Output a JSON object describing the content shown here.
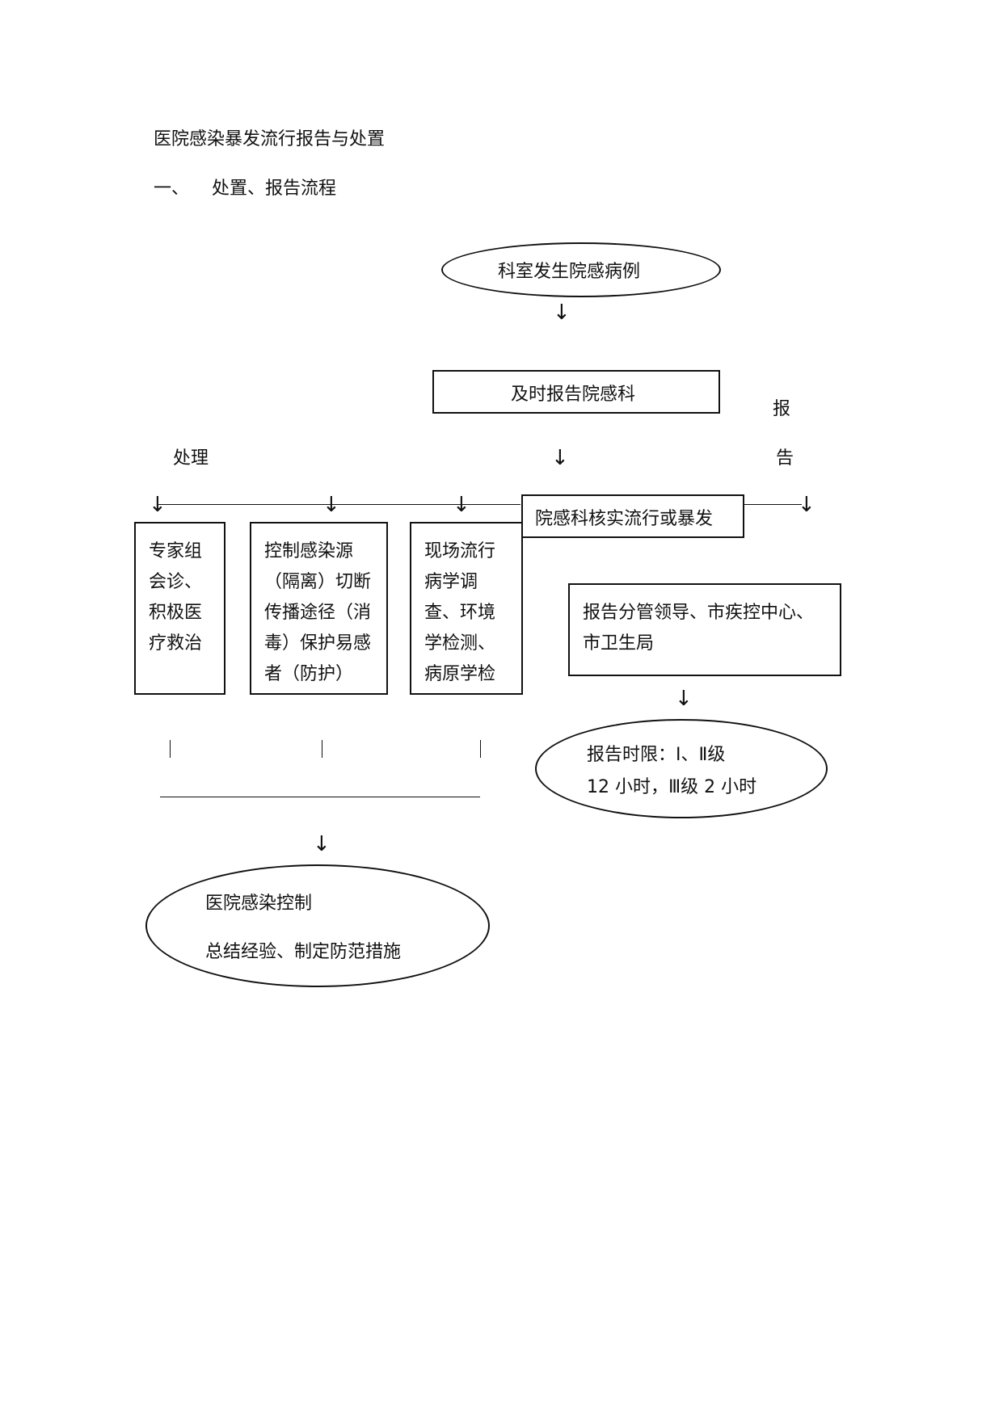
{
  "doc": {
    "title": "医院感染暴发流行报告与处置",
    "section": {
      "number": "一、",
      "heading": "处置、报告流程"
    }
  },
  "diagram": {
    "start": "科室发生院感病例",
    "report_dept": "及时报告院感科",
    "verify": "院感科核实流行或暴发",
    "left_label": "处理",
    "right_label_1": "报",
    "right_label_2": "告",
    "arrow": "↓",
    "actions": [
      {
        "lines": [
          "专家组",
          "会诊、",
          "积极医",
          "疗救治"
        ]
      },
      {
        "lines": [
          "控制感染源",
          "（隔离）切断",
          "传播途径（消",
          "毒）保护易感",
          "者（防护）"
        ]
      },
      {
        "lines": [
          "现场流行",
          "病学调",
          "查、环境",
          "学检测、",
          "病原学检"
        ]
      }
    ],
    "report_box": {
      "lines": [
        "报告分管领导、市疾控中心、",
        "市卫生局"
      ]
    },
    "time_limit": {
      "lines": [
        "报告时限：Ⅰ、Ⅱ级",
        "12 小时，Ⅲ级 2 小时"
      ]
    },
    "outcome": {
      "lines": [
        "医院感染控制",
        "总结经验、制定防范措施"
      ]
    }
  }
}
